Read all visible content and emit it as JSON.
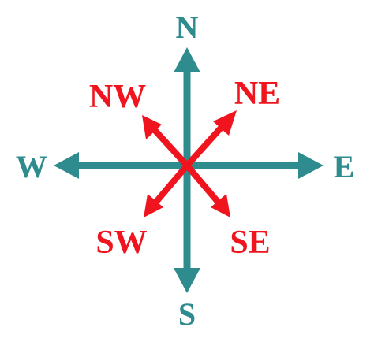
{
  "colors": {
    "cardinal": "#2E8C8E",
    "intercardinal": "#F0141E",
    "background": "#FFFFFF"
  },
  "labels": {
    "north": "N",
    "south": "S",
    "east": "E",
    "west": "W",
    "northeast": "NE",
    "northwest": "NW",
    "southeast": "SE",
    "southwest": "SW"
  }
}
